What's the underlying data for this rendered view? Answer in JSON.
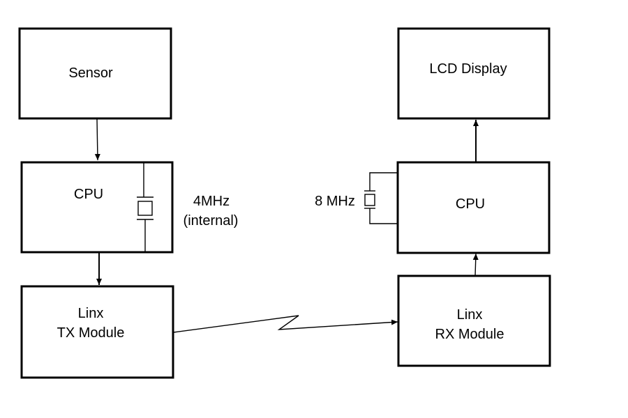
{
  "diagram": {
    "title": "",
    "blocks": {
      "sensor": {
        "label": "Sensor"
      },
      "cpu_tx": {
        "label": "CPU"
      },
      "tx_module": {
        "line1": "Linx",
        "line2": "TX Module"
      },
      "lcd": {
        "label": "LCD Display"
      },
      "cpu_rx": {
        "label": "CPU"
      },
      "rx_module": {
        "line1": "Linx",
        "line2": "RX Module"
      }
    },
    "crystals": {
      "tx": {
        "line1": "4MHz",
        "line2": "(internal)"
      },
      "rx": {
        "label": "8 MHz"
      }
    },
    "connections": [
      {
        "from": "Sensor",
        "to": "CPU (TX)"
      },
      {
        "from": "CPU (TX)",
        "to": "Linx TX Module"
      },
      {
        "from": "Linx TX Module",
        "to": "Linx RX Module",
        "type": "wireless"
      },
      {
        "from": "Linx RX Module",
        "to": "CPU (RX)"
      },
      {
        "from": "CPU (RX)",
        "to": "LCD Display"
      }
    ],
    "colors": {
      "stroke": "#000000",
      "background": "#ffffff"
    }
  }
}
